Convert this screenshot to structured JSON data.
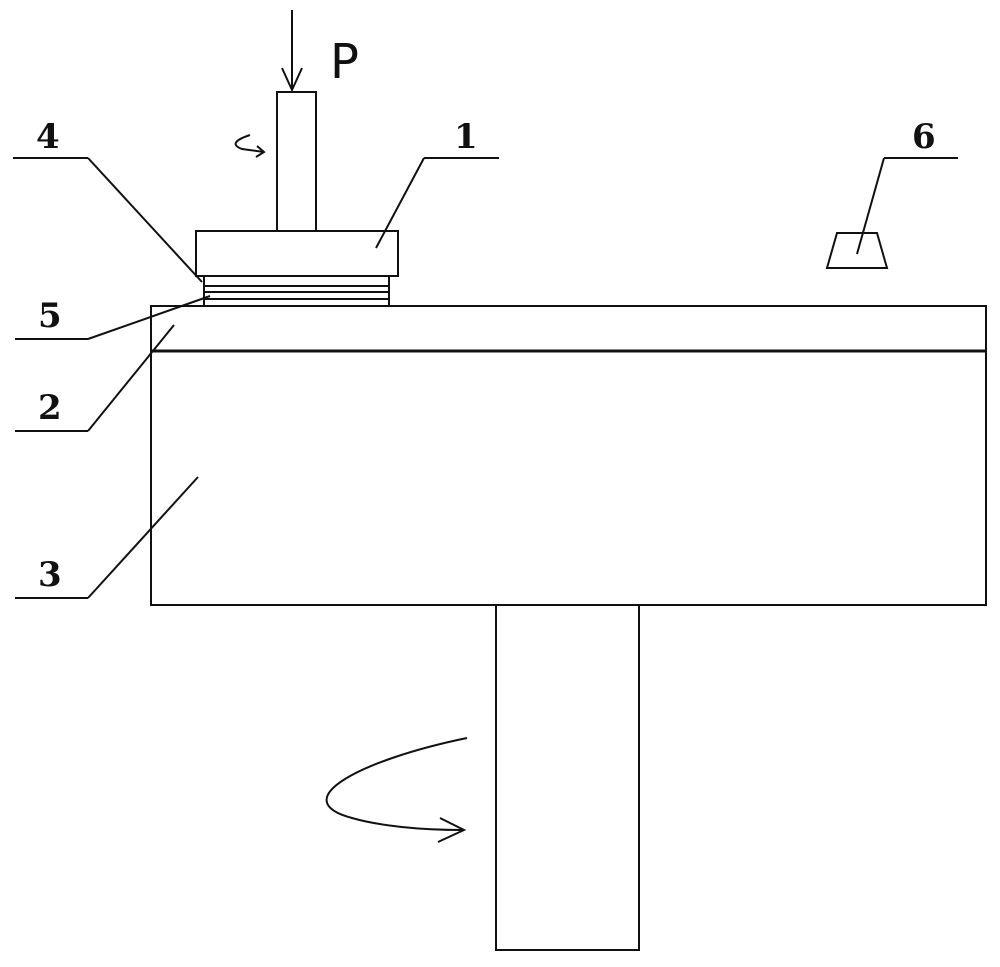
{
  "labels": {
    "force": "P",
    "part_1": "1",
    "part_2": "2",
    "part_3": "3",
    "part_4": "4",
    "part_5": "5",
    "part_6": "6"
  },
  "parts": [
    {
      "id": "1",
      "name": "head"
    },
    {
      "id": "2",
      "name": "top-layer"
    },
    {
      "id": "3",
      "name": "base-plate"
    },
    {
      "id": "4",
      "name": "lower-ring"
    },
    {
      "id": "5",
      "name": "contact-layer"
    },
    {
      "id": "6",
      "name": "trapezoid-block"
    }
  ],
  "indicators": {
    "applied_load": "P",
    "upper_rotation": "arrow",
    "lower_rotation": "arrow"
  }
}
